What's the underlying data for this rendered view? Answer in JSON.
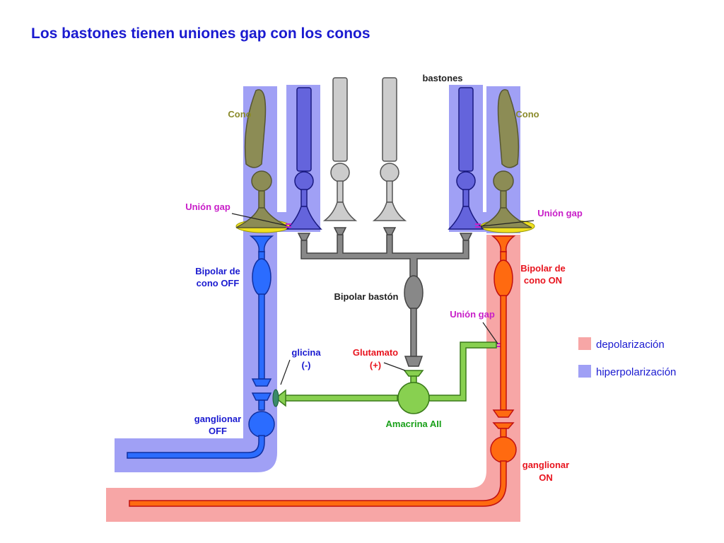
{
  "title": "Los bastones tienen uniones gap con los conos",
  "labels": {
    "bastones": "bastones",
    "cono_left": "Cono",
    "cono_right": "Cono",
    "union_gap_left": "Unión gap",
    "union_gap_right": "Unión gap",
    "union_gap_mid": "Unión gap",
    "bipolar_off_1": "Bipolar de",
    "bipolar_off_2": "cono OFF",
    "bipolar_on_1": "Bipolar de",
    "bipolar_on_2": "cono ON",
    "bipolar_baston": "Bipolar bastón",
    "glicina_1": "glicina",
    "glicina_2": "(-)",
    "glutamato_1": "Glutamato",
    "glutamato_2": "(+)",
    "amacrina": "Amacrina AII",
    "ganglionar_off_1": "ganglionar",
    "ganglionar_off_2": "OFF",
    "ganglionar_on_1": "ganglionar",
    "ganglionar_on_2": "ON"
  },
  "legend": {
    "depolarizacion": "depolarización",
    "hiperpolarizacion": "hiperpolarización"
  },
  "colors": {
    "title": "#1a1ad0",
    "label_blue": "#1a1ad0",
    "label_red": "#e8141e",
    "label_olive": "#8a8a2a",
    "label_magenta": "#c81ec8",
    "label_green": "#1aa01a",
    "depolarization_bg": "#f7a6a6",
    "hyperpolarization_bg": "#a0a0f5",
    "cone": "#8c8c55",
    "rod_gray": "#cccccc",
    "rod_blue": "#6464dc",
    "bipolar_off": "#2b6cff",
    "bipolar_on": "#ff6a10",
    "rod_bipolar": "#888888",
    "amacrine": "#88d050",
    "gap_yellow": "#f0e020"
  }
}
